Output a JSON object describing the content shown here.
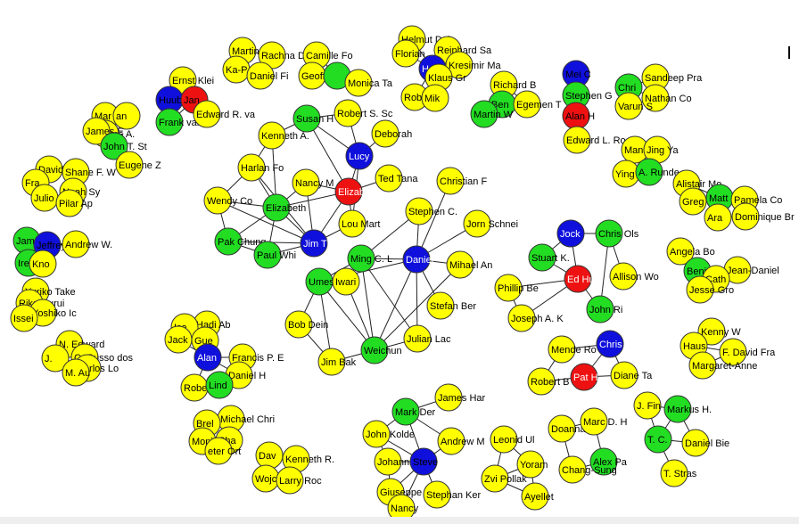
{
  "palette": {
    "yellow": "#ffff00",
    "green": "#22dd22",
    "blue": "#1010dd",
    "red": "#ee1111",
    "edge": "#222222",
    "outline": "#333333",
    "white_label": "#ffffff"
  },
  "nodes": [
    {
      "id": "n1",
      "label": "Martin Ro",
      "color": "yellow"
    },
    {
      "id": "n2",
      "label": "Rachna D",
      "color": "yellow"
    },
    {
      "id": "n3",
      "label": "Ka-P",
      "color": "yellow"
    },
    {
      "id": "n4",
      "label": "Daniel Fi",
      "color": "yellow"
    },
    {
      "id": "n5",
      "label": "Camille Fo",
      "color": "yellow"
    },
    {
      "id": "n6",
      "label": "Geoffrey",
      "color": "yellow"
    },
    {
      "id": "n7",
      "label": "",
      "color": "green"
    },
    {
      "id": "n8",
      "label": "Monica Ta",
      "color": "yellow"
    },
    {
      "id": "n9",
      "label": "Ernst Klei",
      "color": "yellow"
    },
    {
      "id": "n10",
      "label": "Huub",
      "color": "blue"
    },
    {
      "id": "n11",
      "label": "Jan",
      "color": "red"
    },
    {
      "id": "n12",
      "label": "Frank van",
      "color": "green"
    },
    {
      "id": "n13",
      "label": "Edward R. va",
      "color": "yellow"
    },
    {
      "id": "n14",
      "label": "Mar",
      "color": "yellow"
    },
    {
      "id": "n15",
      "label": "an",
      "color": "yellow"
    },
    {
      "id": "n16",
      "label": "James A.",
      "color": "yellow"
    },
    {
      "id": "n17",
      "label": "James E",
      "color": "yellow"
    },
    {
      "id": "n18",
      "label": "John T. St",
      "color": "green"
    },
    {
      "id": "n19",
      "label": "Eugene Z",
      "color": "yellow"
    },
    {
      "id": "n20",
      "label": "David",
      "color": "yellow"
    },
    {
      "id": "n21",
      "label": "Shane F. W",
      "color": "yellow"
    },
    {
      "id": "n22",
      "label": "Fra",
      "color": "yellow"
    },
    {
      "id": "n23",
      "label": "Noah Sy",
      "color": "yellow"
    },
    {
      "id": "n24",
      "label": "Julio",
      "color": "yellow"
    },
    {
      "id": "n25",
      "label": "Pilar Ap",
      "color": "yellow"
    },
    {
      "id": "n26",
      "label": "Jam",
      "color": "green"
    },
    {
      "id": "n27",
      "label": "Jeffrey",
      "color": "blue"
    },
    {
      "id": "n28",
      "label": "Andrew W.",
      "color": "yellow"
    },
    {
      "id": "n29",
      "label": "Irene",
      "color": "green"
    },
    {
      "id": "n30",
      "label": "Kno",
      "color": "yellow"
    },
    {
      "id": "n31",
      "label": "Yuriko Take",
      "color": "yellow"
    },
    {
      "id": "n32",
      "label": "Rika Hurui",
      "color": "yellow"
    },
    {
      "id": "n33",
      "label": "Yoshiko Ic",
      "color": "yellow"
    },
    {
      "id": "n34",
      "label": "Issei",
      "color": "yellow"
    },
    {
      "id": "n35",
      "label": "N. Edward",
      "color": "yellow"
    },
    {
      "id": "n36",
      "label": "J.",
      "color": "yellow"
    },
    {
      "id": "n37",
      "label": "C. Russo dos",
      "color": "yellow"
    },
    {
      "id": "n38",
      "label": "Carlos Lo",
      "color": "yellow"
    },
    {
      "id": "n39",
      "label": "M. Au",
      "color": "yellow"
    },
    {
      "id": "n40",
      "label": "Helmut Dol",
      "color": "yellow"
    },
    {
      "id": "n41",
      "label": "Florian",
      "color": "yellow"
    },
    {
      "id": "n42",
      "label": "Reinhard Sa",
      "color": "yellow"
    },
    {
      "id": "n43",
      "label": "Helwig",
      "color": "blue"
    },
    {
      "id": "n44",
      "label": "Kresimir Ma",
      "color": "yellow"
    },
    {
      "id": "n45",
      "label": "Klaus Gr",
      "color": "yellow"
    },
    {
      "id": "n46",
      "label": "Robert",
      "color": "yellow"
    },
    {
      "id": "n47",
      "label": "Mik",
      "color": "yellow"
    },
    {
      "id": "n48",
      "label": "Susan H",
      "color": "green"
    },
    {
      "id": "n49",
      "label": "Robert S. Sc",
      "color": "yellow"
    },
    {
      "id": "n50",
      "label": "Kenneth A.",
      "color": "yellow"
    },
    {
      "id": "n51",
      "label": "Deborah",
      "color": "yellow"
    },
    {
      "id": "n52",
      "label": "Lucy",
      "color": "blue"
    },
    {
      "id": "n53",
      "label": "Harlan Fo",
      "color": "yellow"
    },
    {
      "id": "n54",
      "label": "Nancy M",
      "color": "yellow"
    },
    {
      "id": "n55",
      "label": "Elizab",
      "color": "red"
    },
    {
      "id": "n56",
      "label": "Ted Tana",
      "color": "yellow"
    },
    {
      "id": "n57",
      "label": "Wendy Co",
      "color": "yellow"
    },
    {
      "id": "n58",
      "label": "Elizabeth",
      "color": "green"
    },
    {
      "id": "n59",
      "label": "Lou Mart",
      "color": "yellow"
    },
    {
      "id": "n60",
      "label": "Pak Chung",
      "color": "green"
    },
    {
      "id": "n61",
      "label": "Jim Th",
      "color": "blue"
    },
    {
      "id": "n62",
      "label": "Paul Whi",
      "color": "green"
    },
    {
      "id": "n63",
      "label": "Christian F",
      "color": "yellow"
    },
    {
      "id": "n64",
      "label": "Stephen C.",
      "color": "yellow"
    },
    {
      "id": "n65",
      "label": "Jorn Schnei",
      "color": "yellow"
    },
    {
      "id": "n66",
      "label": "Ming C. L",
      "color": "green"
    },
    {
      "id": "n67",
      "label": "Daniel",
      "color": "blue"
    },
    {
      "id": "n68",
      "label": "Mihael An",
      "color": "yellow"
    },
    {
      "id": "n69",
      "label": "Umesh",
      "color": "green"
    },
    {
      "id": "n70",
      "label": "Iwari",
      "color": "yellow"
    },
    {
      "id": "n71",
      "label": "Stefan Ber",
      "color": "yellow"
    },
    {
      "id": "n72",
      "label": "Bob Dein",
      "color": "yellow"
    },
    {
      "id": "n73",
      "label": "Julian Lac",
      "color": "yellow"
    },
    {
      "id": "n74",
      "label": "Weichun",
      "color": "green"
    },
    {
      "id": "n75",
      "label": "Jim Bak",
      "color": "yellow"
    },
    {
      "id": "n76",
      "label": "Richard B",
      "color": "yellow"
    },
    {
      "id": "n77",
      "label": "Ben",
      "color": "green"
    },
    {
      "id": "n78",
      "label": "Egemen T",
      "color": "yellow"
    },
    {
      "id": "n79",
      "label": "Martin W",
      "color": "green"
    },
    {
      "id": "n80",
      "label": "Mei C",
      "color": "blue"
    },
    {
      "id": "n81",
      "label": "Stephen G",
      "color": "green"
    },
    {
      "id": "n82",
      "label": "Alan H",
      "color": "red"
    },
    {
      "id": "n83",
      "label": "Edward L. Ro",
      "color": "yellow"
    },
    {
      "id": "n84",
      "label": "Sandeep Pra",
      "color": "yellow"
    },
    {
      "id": "n85",
      "label": "Chri",
      "color": "green"
    },
    {
      "id": "n86",
      "label": "Nathan Co",
      "color": "yellow"
    },
    {
      "id": "n87",
      "label": "Varun S",
      "color": "yellow"
    },
    {
      "id": "n88",
      "label": "Man",
      "color": "yellow"
    },
    {
      "id": "n89",
      "label": "Jing Ya",
      "color": "yellow"
    },
    {
      "id": "n90",
      "label": "Ying",
      "color": "yellow"
    },
    {
      "id": "n91",
      "label": "A. Runde",
      "color": "green"
    },
    {
      "id": "n92",
      "label": "Alistair Mo",
      "color": "yellow"
    },
    {
      "id": "n93",
      "label": "Greg R",
      "color": "yellow"
    },
    {
      "id": "n94",
      "label": "Matt",
      "color": "green"
    },
    {
      "id": "n95",
      "label": "Pamela Co",
      "color": "yellow"
    },
    {
      "id": "n96",
      "label": "Ara",
      "color": "yellow"
    },
    {
      "id": "n97",
      "label": "Dominique Br",
      "color": "yellow"
    },
    {
      "id": "n98",
      "label": "Jock",
      "color": "blue"
    },
    {
      "id": "n99",
      "label": "Chris Ols",
      "color": "green"
    },
    {
      "id": "n100",
      "label": "Stuart K.",
      "color": "green"
    },
    {
      "id": "n101",
      "label": "Allison Wo",
      "color": "yellow"
    },
    {
      "id": "n102",
      "label": "Phillip Be",
      "color": "yellow"
    },
    {
      "id": "n103",
      "label": "Ed Hu",
      "color": "red"
    },
    {
      "id": "n104",
      "label": "Joseph A. K",
      "color": "yellow"
    },
    {
      "id": "n105",
      "label": "John Ri",
      "color": "green"
    },
    {
      "id": "n106",
      "label": "Angela Bo",
      "color": "yellow"
    },
    {
      "id": "n107",
      "label": "Benjamin",
      "color": "green"
    },
    {
      "id": "n108",
      "label": "Jean-Daniel",
      "color": "yellow"
    },
    {
      "id": "n109",
      "label": "Cath",
      "color": "yellow"
    },
    {
      "id": "n110",
      "label": "Jesse Gro",
      "color": "yellow"
    },
    {
      "id": "n111",
      "label": "Kenny W",
      "color": "yellow"
    },
    {
      "id": "n112",
      "label": "Haus",
      "color": "yellow"
    },
    {
      "id": "n113",
      "label": "F. David Fra",
      "color": "yellow"
    },
    {
      "id": "n114",
      "label": "Margaret-Anne",
      "color": "yellow"
    },
    {
      "id": "n115",
      "label": "Hadi Ab",
      "color": "yellow"
    },
    {
      "id": "n116",
      "label": "Isa",
      "color": "yellow"
    },
    {
      "id": "n117",
      "label": "Jack",
      "color": "yellow"
    },
    {
      "id": "n118",
      "label": "Gue",
      "color": "yellow"
    },
    {
      "id": "n119",
      "label": "Alan",
      "color": "blue"
    },
    {
      "id": "n120",
      "label": "Francis P. E",
      "color": "yellow"
    },
    {
      "id": "n121",
      "label": "Daniel H",
      "color": "yellow"
    },
    {
      "id": "n122",
      "label": "Robert",
      "color": "yellow"
    },
    {
      "id": "n123",
      "label": "Lind",
      "color": "green"
    },
    {
      "id": "n124",
      "label": "Mende Ro",
      "color": "yellow"
    },
    {
      "id": "n125",
      "label": "Chris",
      "color": "blue"
    },
    {
      "id": "n126",
      "label": "Robert B",
      "color": "yellow"
    },
    {
      "id": "n127",
      "label": "Pat H",
      "color": "red"
    },
    {
      "id": "n128",
      "label": "Diane Ta",
      "color": "yellow"
    },
    {
      "id": "n129",
      "label": "James Har",
      "color": "yellow"
    },
    {
      "id": "n130",
      "label": "Mark Der",
      "color": "green"
    },
    {
      "id": "n131",
      "label": "John Kolde",
      "color": "yellow"
    },
    {
      "id": "n132",
      "label": "Andrew M",
      "color": "yellow"
    },
    {
      "id": "n133",
      "label": "Johanna D",
      "color": "yellow"
    },
    {
      "id": "n134",
      "label": "Steve",
      "color": "blue"
    },
    {
      "id": "n135",
      "label": "Giuseppe",
      "color": "yellow"
    },
    {
      "id": "n136",
      "label": "Stephan Ker",
      "color": "yellow"
    },
    {
      "id": "n137",
      "label": "Nancy",
      "color": "yellow"
    },
    {
      "id": "n138",
      "label": "Michael Chri",
      "color": "yellow"
    },
    {
      "id": "n139",
      "label": "Brel",
      "color": "yellow"
    },
    {
      "id": "n140",
      "label": "Monika Bu",
      "color": "yellow"
    },
    {
      "id": "n141",
      "label": "Sha",
      "color": "yellow"
    },
    {
      "id": "n142",
      "label": "eter Ort",
      "color": "yellow"
    },
    {
      "id": "n143",
      "label": "Dav",
      "color": "yellow"
    },
    {
      "id": "n144",
      "label": "Kenneth R.",
      "color": "yellow"
    },
    {
      "id": "n145",
      "label": "Wojciech",
      "color": "yellow"
    },
    {
      "id": "n146",
      "label": "Larry Roc",
      "color": "yellow"
    },
    {
      "id": "n147",
      "label": "Leonid Ul",
      "color": "yellow"
    },
    {
      "id": "n148",
      "label": "Yoram",
      "color": "yellow"
    },
    {
      "id": "n149",
      "label": "Zvi Pollak",
      "color": "yellow"
    },
    {
      "id": "n150",
      "label": "Ayellet",
      "color": "yellow"
    },
    {
      "id": "n151",
      "label": "Doanna M",
      "color": "yellow"
    },
    {
      "id": "n152",
      "label": "Marc D. H",
      "color": "yellow"
    },
    {
      "id": "n153",
      "label": "Alex Pa",
      "color": "green"
    },
    {
      "id": "n154",
      "label": "Chang-Sung",
      "color": "yellow"
    },
    {
      "id": "n155",
      "label": "J. Fin",
      "color": "yellow"
    },
    {
      "id": "n156",
      "label": "Markus H.",
      "color": "green"
    },
    {
      "id": "n157",
      "label": "T. C.",
      "color": "green"
    },
    {
      "id": "n158",
      "label": "Daniel Bie",
      "color": "yellow"
    },
    {
      "id": "n159",
      "label": "T. Stras",
      "color": "yellow"
    }
  ]
}
